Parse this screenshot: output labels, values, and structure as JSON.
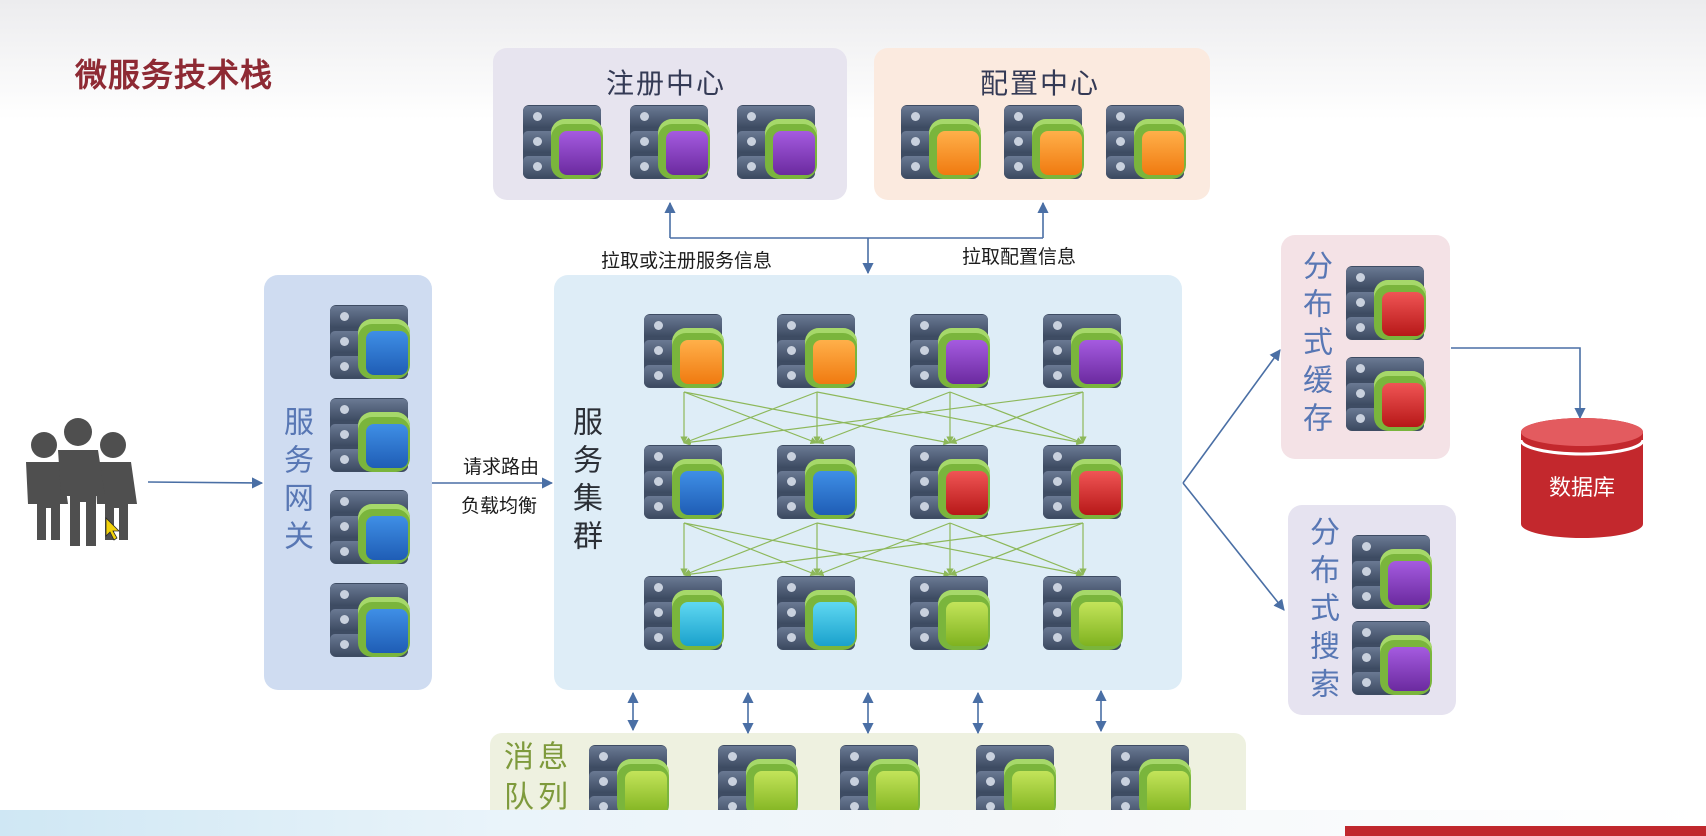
{
  "slide_title": "微服务技术栈",
  "panels": {
    "registry": {
      "title": "注册中心"
    },
    "config": {
      "title": "配置中心"
    },
    "gateway": {
      "label": "服务网关"
    },
    "cluster": {
      "label": "服务集群"
    },
    "cache": {
      "label": "分布式缓存"
    },
    "search": {
      "label": "分布式搜索"
    },
    "mq": {
      "label": "消息队列"
    }
  },
  "labels": {
    "registry_edge": "拉取或注册服务信息",
    "config_edge": "拉取配置信息",
    "routing_line1": "请求路由",
    "routing_line2": "负载均衡",
    "database": "数据库"
  },
  "colors": {
    "title": "#8e2a34",
    "arrow": "#4a6fa5",
    "cluster_link": "#8db85a"
  },
  "icons": {
    "users": "users-icon",
    "server": "server-icon",
    "database": "database-icon"
  },
  "nodes": {
    "registry": [
      "purple",
      "purple",
      "purple"
    ],
    "config": [
      "orange",
      "orange",
      "orange"
    ],
    "gateway": [
      "blue",
      "blue",
      "blue",
      "blue"
    ],
    "cluster": [
      [
        "orange",
        "orange",
        "purple",
        "purple"
      ],
      [
        "blue",
        "blue",
        "red",
        "red"
      ],
      [
        "cyan",
        "cyan",
        "lime",
        "lime"
      ]
    ],
    "cache": [
      "red",
      "red"
    ],
    "search": [
      "purple",
      "purple"
    ],
    "mq": [
      "lime",
      "lime",
      "lime",
      "lime",
      "lime"
    ]
  }
}
